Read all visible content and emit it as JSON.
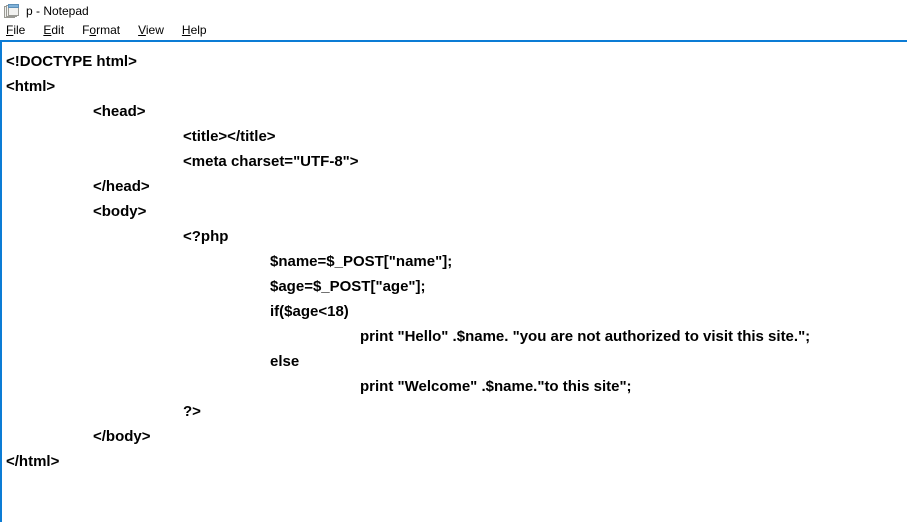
{
  "window": {
    "title": "p - Notepad",
    "icon": "notepad-icon",
    "focus_border_color": "#0c7cd5",
    "background_color": "#ffffff",
    "text_color": "#000000"
  },
  "menubar": {
    "items": [
      {
        "label": "File",
        "accesskey": "F",
        "pre": "",
        "post": "ile"
      },
      {
        "label": "Edit",
        "accesskey": "E",
        "pre": "",
        "post": "dit"
      },
      {
        "label": "Format",
        "accesskey": "o",
        "pre": "F",
        "post": "rmat"
      },
      {
        "label": "View",
        "accesskey": "V",
        "pre": "",
        "post": "iew"
      },
      {
        "label": "Help",
        "accesskey": "H",
        "pre": "",
        "post": "elp"
      }
    ]
  },
  "editor": {
    "lines": [
      {
        "indent": 0,
        "text": "<!DOCTYPE html>"
      },
      {
        "indent": 0,
        "text": "<html>"
      },
      {
        "indent": 1,
        "text": "<head>"
      },
      {
        "indent": 2,
        "text": "<title></title>"
      },
      {
        "indent": 2,
        "text": "<meta charset=\"UTF-8\">"
      },
      {
        "indent": 1,
        "text": "</head>"
      },
      {
        "indent": 1,
        "text": "<body>"
      },
      {
        "indent": 2,
        "text": "<?php"
      },
      {
        "indent": 3,
        "text": "$name=$_POST[\"name\"];"
      },
      {
        "indent": 3,
        "text": "$age=$_POST[\"age\"];"
      },
      {
        "indent": 3,
        "text": "if($age<18)"
      },
      {
        "indent": 4,
        "text": "print \"Hello\" .$name. \"you are not authorized to visit this site.\";"
      },
      {
        "indent": 3,
        "text": "else"
      },
      {
        "indent": 4,
        "text": "print \"Welcome\" .$name.\"to this site\";"
      },
      {
        "indent": 2,
        "text": "?>"
      },
      {
        "indent": 1,
        "text": "</body>"
      },
      {
        "indent": 0,
        "text": "</html>"
      }
    ]
  }
}
